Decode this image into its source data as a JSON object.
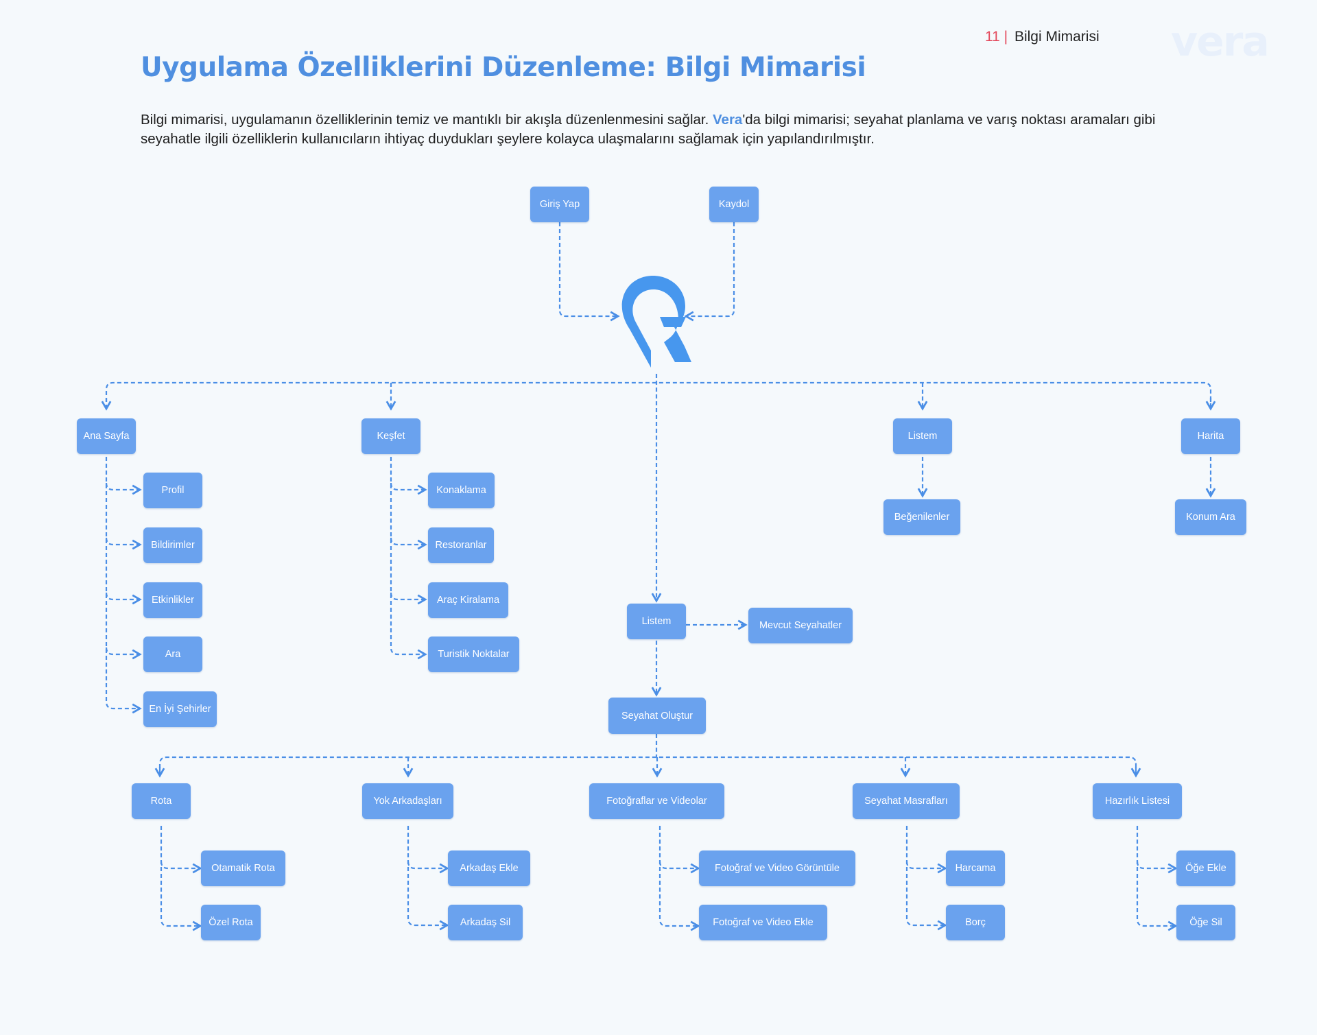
{
  "header": {
    "page_number": "11 |",
    "section": "Bilgi Mimarisi",
    "brand": "vera"
  },
  "title": "Uygulama Özelliklerini Düzenleme: Bilgi Mimarisi",
  "description": {
    "part1": "Bilgi mimarisi, uygulamanın özelliklerinin temiz ve mantıklı bir akışla düzenlenmesini sağlar. ",
    "highlight": "Vera",
    "part2": "'da bilgi mimarisi; seyahat planlama ve varış noktası aramaları gibi seyahatle ilgili özelliklerin kullanıcıların ihtiyaç duydukları şeylere kolayca ulaşmalarını sağlamak için yapılandırılmıştır."
  },
  "colors": {
    "accent": "#4f8fe0",
    "node": "#6aa2ee",
    "connector": "#4a8ee6",
    "page_number": "#e3475a"
  },
  "app_logo": "vera-pin-logo-icon",
  "nodes": {
    "giris_yap": "Giriş Yap",
    "kaydol": "Kaydol",
    "ana_sayfa": "Ana Sayfa",
    "profil": "Profil",
    "bildirimler": "Bildirimler",
    "etkinlikler": "Etkinlikler",
    "ara": "Ara",
    "en_iyi_sehirler": "En İyi Şehirler",
    "kesfet": "Keşfet",
    "konaklama": "Konaklama",
    "restoranlar": "Restoranlar",
    "arac_kiralama": "Araç Kiralama",
    "turistik_noktalar": "Turistik Noktalar",
    "listem_top": "Listem",
    "begenilenler": "Beğenilenler",
    "harita": "Harita",
    "konum_ara": "Konum Ara",
    "listem_mid": "Listem",
    "mevcut_seyahatler": "Mevcut Seyahatler",
    "seyahat_olustur": "Seyahat Oluştur",
    "rota": "Rota",
    "otomatik_rota": "Otamatik Rota",
    "ozel_rota": "Özel Rota",
    "yol_arkadaslari": "Yok Arkadaşları",
    "arkadas_ekle": "Arkadaş Ekle",
    "arkadas_sil": "Arkadaş Sil",
    "fotograflar_videolar": "Fotoğraflar ve Videolar",
    "foto_video_goruntule": "Fotoğraf ve Video Görüntüle",
    "foto_video_ekle": "Fotoğraf ve Video Ekle",
    "seyahat_masraflari": "Seyahat Masrafları",
    "harcama": "Harcama",
    "borc": "Borç",
    "hazirlik_listesi": "Hazırlık Listesi",
    "oge_ekle": "Öğe Ekle",
    "oge_sil": "Öğe Sil"
  }
}
